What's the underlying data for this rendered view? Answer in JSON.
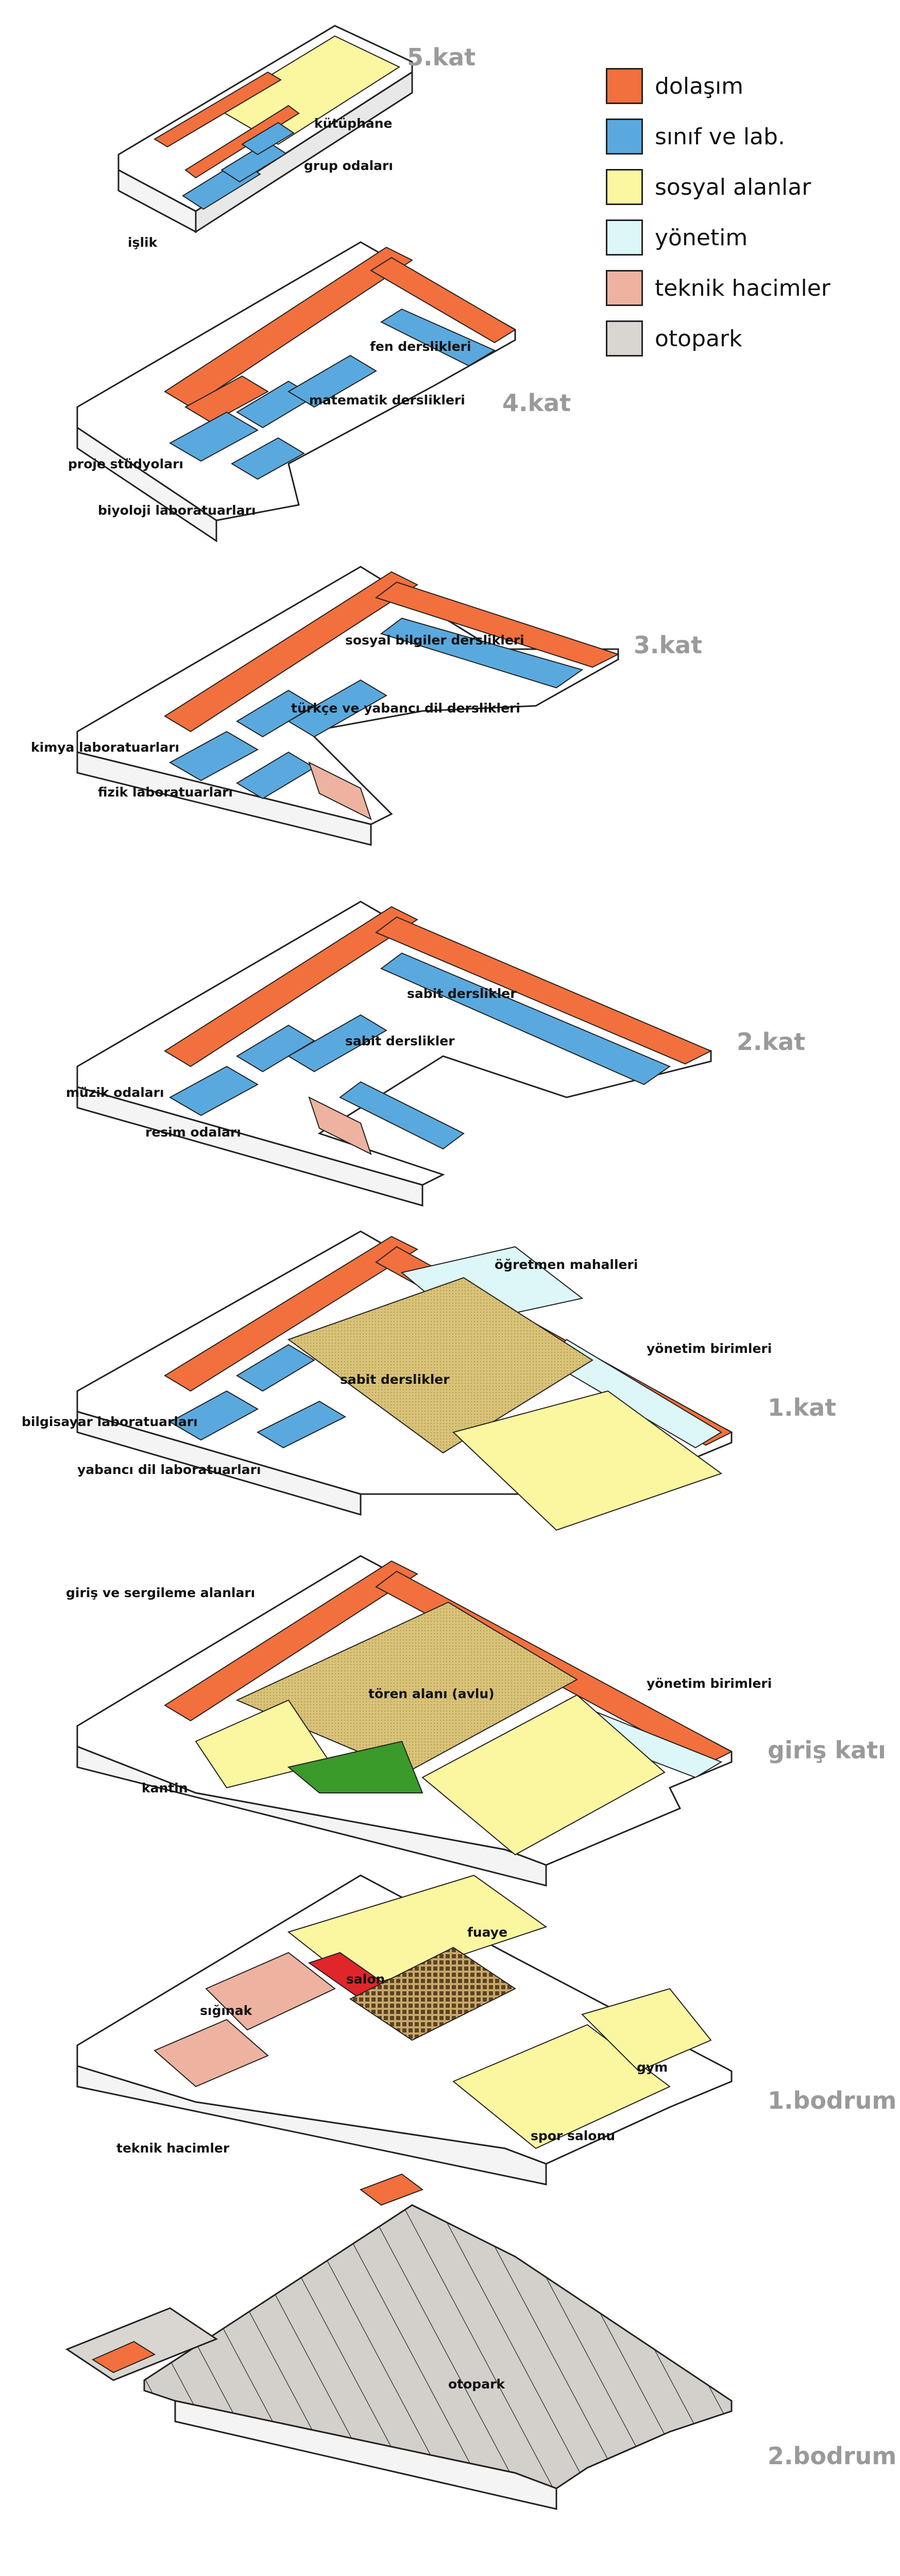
{
  "legend": [
    {
      "label": "dolaşım",
      "color": "#F2703D"
    },
    {
      "label": "sınıf ve lab.",
      "color": "#5AA9DE"
    },
    {
      "label": "sosyal alanlar",
      "color": "#FBF7A0"
    },
    {
      "label": "yönetim",
      "color": "#DDF6F7"
    },
    {
      "label": "teknik hacimler",
      "color": "#EDB3A0"
    },
    {
      "label": "otopark",
      "color": "#D9D5D0"
    }
  ],
  "floors": {
    "kat5": "5.kat",
    "kat4": "4.kat",
    "kat3": "3.kat",
    "kat2": "2.kat",
    "kat1": "1.kat",
    "giris": "giriş katı",
    "bodrum1": "1.bodrum",
    "bodrum2": "2.bodrum"
  },
  "labels": {
    "kutuphane": "kütüphane",
    "grup_odalari": "grup odaları",
    "islik": "işlik",
    "fen_derslikleri": "fen derslikleri",
    "matematik_derslikleri": "matematik derslikleri",
    "proje_studyolari": "proje stüdyoları",
    "biyoloji_laboratuarlari": "biyoloji laboratuarları",
    "sosyal_bilgiler_derslikleri": "sosyal bilgiler derslikleri",
    "turkce_yabanci_dil": "türkçe ve yabancı dil derslikleri",
    "kimya_laboratuarlari": "kimya laboratuarları",
    "fizik_laboratuarlari": "fizik laboratuarları",
    "sabit_derslikler_2a": "sabit derslikler",
    "sabit_derslikler_2b": "sabit derslikler",
    "muzik_odalari": "müzik odaları",
    "resim_odalari": "resim odaları",
    "ogretmen_mahalleri": "öğretmen mahalleri",
    "yonetim_birimleri_1": "yönetim birimleri",
    "sabit_derslikler_1": "sabit derslikler",
    "bilgisayar_laboratuarlari": "bilgisayar laboratuarları",
    "yabanci_dil_laboratuarlari": "yabancı dil laboratuarları",
    "giris_sergileme": "giriş ve sergileme alanları",
    "toren_alani": "tören alanı (avlu)",
    "yonetim_birimleri_g": "yönetim birimleri",
    "kantin": "kantin",
    "fuaye": "fuaye",
    "salon": "salon",
    "siginak": "sığınak",
    "gym": "gym",
    "spor_salonu": "spor salonu",
    "teknik_hacimler": "teknik hacimler",
    "otopark_lbl": "otopark"
  }
}
